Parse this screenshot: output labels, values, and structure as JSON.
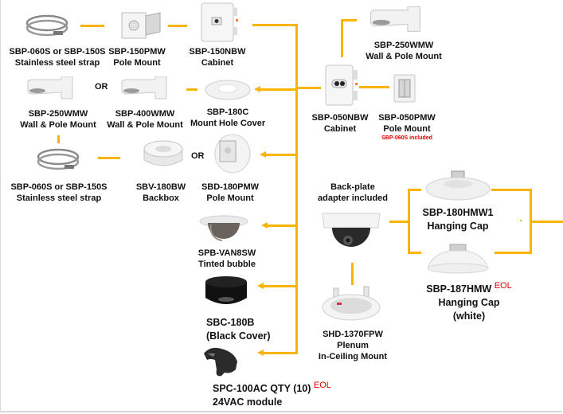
{
  "diagram": {
    "connector_color": "#f7b500",
    "or_label": "OR",
    "products": {
      "strap_top": {
        "model": "SBP-060S or SBP-150S",
        "desc": "Stainless steel strap"
      },
      "pole_150pmw": {
        "model": "SBP-150PMW",
        "desc": "Pole Mount"
      },
      "cabinet_150nbw": {
        "model": "SBP-150NBW",
        "desc": "Cabinet"
      },
      "wall_250wmw_left": {
        "model": "SBP-250WMW",
        "desc": "Wall & Pole Mount"
      },
      "wall_400wmw": {
        "model": "SBP-400WMW",
        "desc": "Wall & Pole Mount"
      },
      "cover_180c": {
        "model": "SBP-180C",
        "desc": "Mount Hole Cover"
      },
      "strap_bottom": {
        "model": "SBP-060S or SBP-150S",
        "desc": "Stainless steel strap"
      },
      "backbox_180bw": {
        "model": "SBV-180BW",
        "desc": "Backbox"
      },
      "pole_180pmw": {
        "model": "SBD-180PMW",
        "desc": "Pole Mount"
      },
      "bubble_van8sw": {
        "model": "SPB-VAN8SW",
        "desc": "Tinted bubble"
      },
      "cover_180b": {
        "model": "SBC-180B",
        "desc": "(Black Cover)"
      },
      "module_100ac": {
        "model": "SPC-100AC QTY (10)",
        "status": "EOL",
        "desc": "24VAC module"
      },
      "wall_250wmw_right": {
        "model": "SBP-250WMW",
        "desc": "Wall & Pole Mount"
      },
      "cabinet_050nbw": {
        "model": "SBP-050NBW",
        "desc": "Cabinet"
      },
      "pole_050pmw": {
        "model": "SBP-050PMW",
        "desc": "Pole Mount",
        "note": "SBP-060S included"
      },
      "camera": {
        "note_line1": "Back-plate",
        "note_line2": "adapter included"
      },
      "plenum_1370fpw": {
        "model": "SHD-1370FPW",
        "desc1": "Plenum",
        "desc2": "In-Ceiling Mount"
      },
      "cap_180hmw1": {
        "model": "SBP-180HMW1",
        "desc": "Hanging Cap"
      },
      "cap_187hmw": {
        "model": "SBP-187HMW",
        "status": "EOL",
        "desc1": "Hanging Cap",
        "desc2": "(white)"
      }
    }
  }
}
